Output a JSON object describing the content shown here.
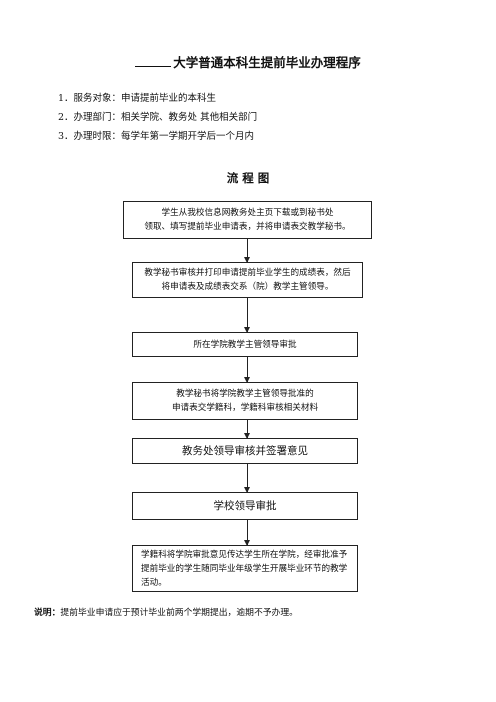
{
  "document": {
    "title": "大学普通本科生提前毕业办理程序",
    "info_lines": [
      "1．服务对象：申请提前毕业的本科生",
      "2．办理部门：相关学院、教务处  其他相关部门",
      "3．办理时限：每学年第一学期开学后一个月内"
    ],
    "flow_heading": "流  程  图",
    "steps": [
      {
        "lines": [
          "学生从我校信息网教务处主页下载或到秘书处",
          "领取、填写提前毕业申请表，并将申请表交教学秘书。"
        ]
      },
      {
        "lines": [
          "教学秘书审核并打印申请提前毕业学生的成绩表，然后",
          "将申请表及成绩表交系（院）教学主管领导。"
        ]
      },
      {
        "lines": [
          "所在学院教学主管领导审批"
        ]
      },
      {
        "lines": [
          "教学秘书将学院教学主管领导批准的",
          "申请表交学籍科，学籍科审核相关材料"
        ]
      },
      {
        "lines": [
          "教务处领导审核并签署意见"
        ]
      },
      {
        "lines": [
          "学校领导审批"
        ]
      },
      {
        "lines": [
          "学籍科将学院审批意见传达学生所在学院，经审批准予",
          "提前毕业的学生随同毕业年级学生开展毕业环节的教学",
          "活动。"
        ]
      }
    ],
    "note_label": "说明：",
    "note_text": "提前毕业申请应于预计毕业前两个学期提出，逾期不予办理。"
  }
}
